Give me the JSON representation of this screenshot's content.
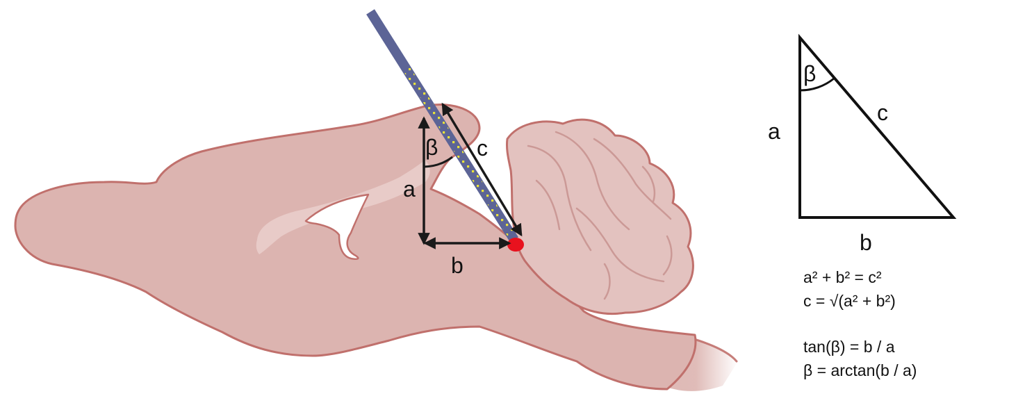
{
  "colors": {
    "brain_fill": "#dcb4b0",
    "brain_outline": "#c0706c",
    "cerebellum_fill": "#e3c2bf",
    "ventricle_fill": "#ffffff",
    "probe": "#5c6496",
    "probe_dots": "#e8e23a",
    "target": "#e8121e",
    "lines": "#1a1a1a"
  },
  "brain_labels": {
    "a": "a",
    "b": "b",
    "c": "c",
    "beta": "β"
  },
  "triangle_labels": {
    "a": "a",
    "b": "b",
    "c": "c",
    "beta": "β"
  },
  "equations": [
    "a² + b² = c²",
    "c = √(a² + b²)",
    "tan(β) = b / a",
    "β = arctan(b / a)"
  ]
}
